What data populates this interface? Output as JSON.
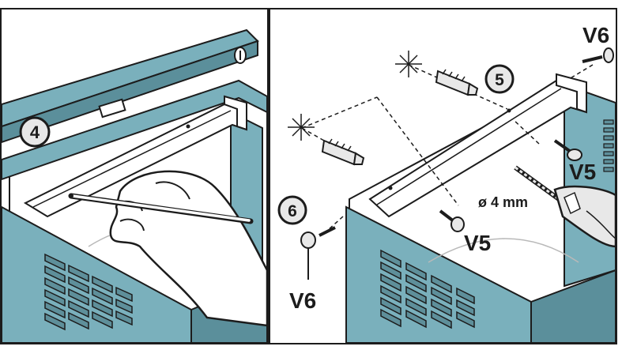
{
  "colors": {
    "cabinet_fill": "#7ab0bc",
    "cabinet_dark": "#5b8f9b",
    "cabinet_top": "#ffffff",
    "outline": "#1c1c1c",
    "rail_fill": "#ffffff",
    "vent_fill": "#5e8f9a",
    "badge_fill": "#e8e8e8"
  },
  "steps": {
    "step4": "4",
    "step5": "5",
    "step6": "6"
  },
  "labels": {
    "v6_top": "V6",
    "v5_right": "V5",
    "v5_center": "V5",
    "v6_left": "V6",
    "drill_size": "ø 4 mm"
  },
  "icons": {
    "level": "spirit-level-icon",
    "pencil": "pencil-icon",
    "hand": "hand-icon",
    "drill": "drill-icon",
    "screw": "screw-icon",
    "wall_plug": "wall-plug-icon",
    "drill_point": "drill-point-marker-icon"
  }
}
